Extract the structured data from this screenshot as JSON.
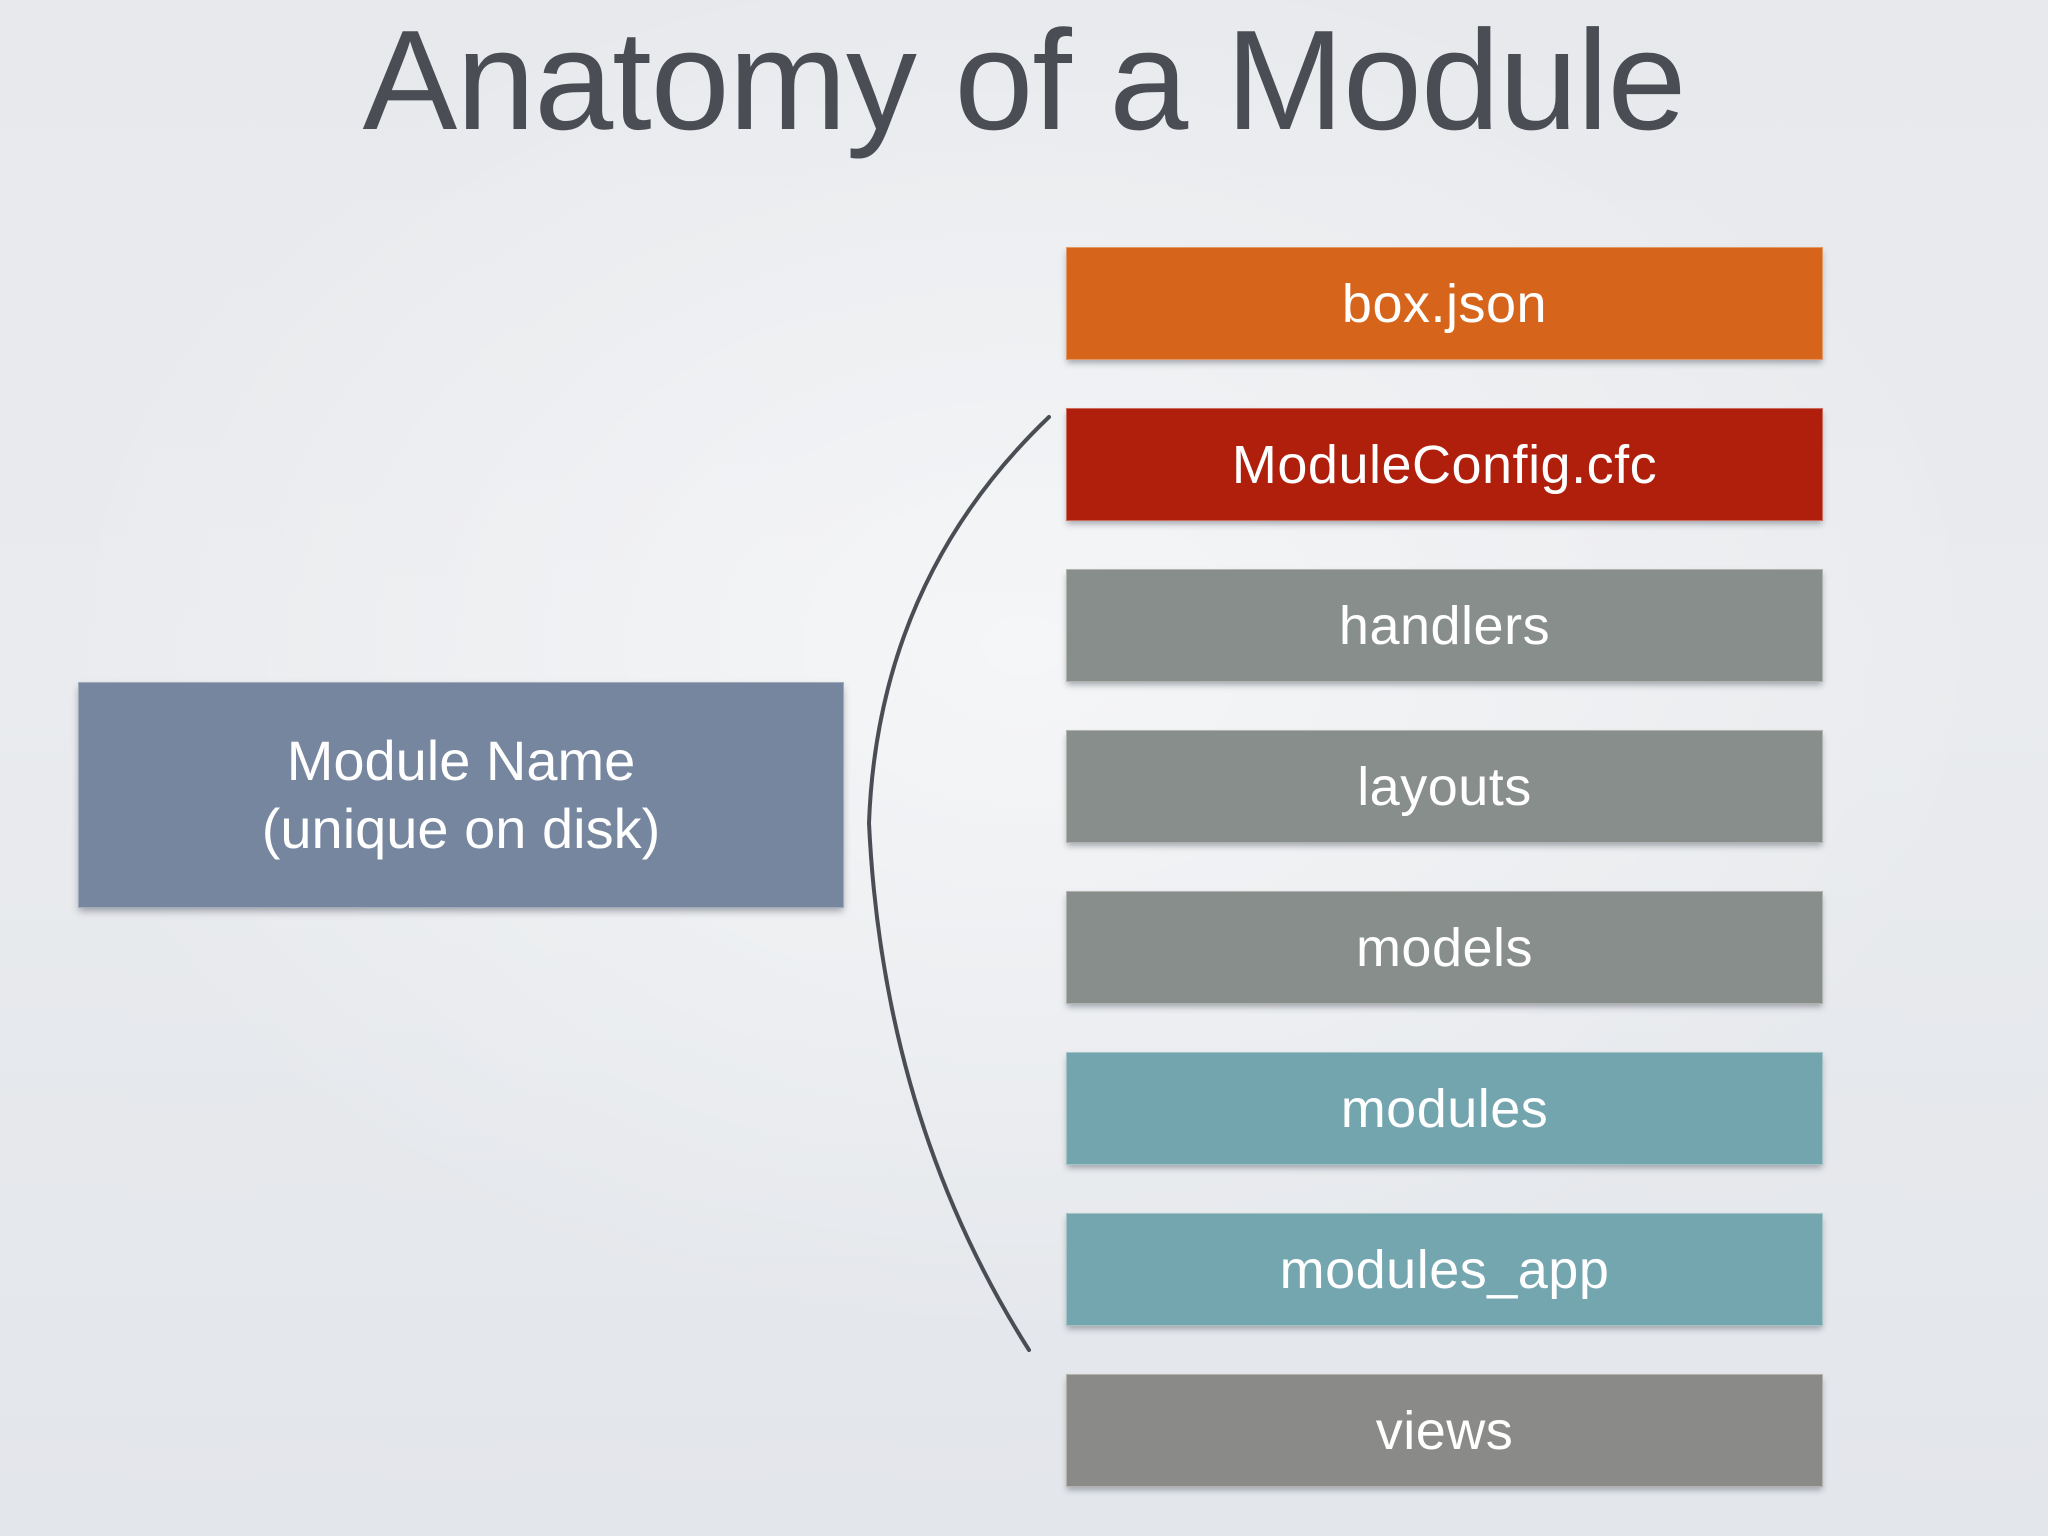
{
  "slide": {
    "title": "Anatomy of a Module",
    "title_color": "#4A4E54",
    "background_color": "#E7E9ED"
  },
  "module_name_box": {
    "line1": "Module Name",
    "line2": "(unique on disk)",
    "color": "#76869E",
    "text_color": "#FFFFFF"
  },
  "brace": {
    "color": "#4A4E54"
  },
  "folders": {
    "items": [
      {
        "label": "box.json",
        "color": "#D6651B"
      },
      {
        "label": "ModuleConfig.cfc",
        "color": "#B01E0C"
      },
      {
        "label": "handlers",
        "color": "#878E8B"
      },
      {
        "label": "layouts",
        "color": "#878E8B"
      },
      {
        "label": "models",
        "color": "#878E8B"
      },
      {
        "label": "modules",
        "color": "#73A5AF"
      },
      {
        "label": "modules_app",
        "color": "#74A6B0"
      },
      {
        "label": "views",
        "color": "#8A8A88"
      }
    ]
  }
}
